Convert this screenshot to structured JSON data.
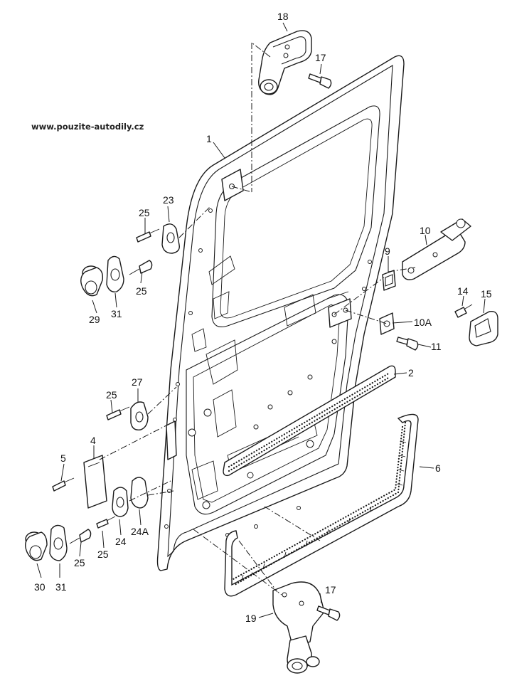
{
  "watermark": "www.pouzite-autodily.cz",
  "callouts": {
    "c1": "1",
    "c2": "2",
    "c4": "4",
    "c5": "5",
    "c6": "6",
    "c9": "9",
    "c10": "10",
    "c10a": "10A",
    "c11": "11",
    "c14": "14",
    "c15": "15",
    "c17a": "17",
    "c17b": "17",
    "c18": "18",
    "c19": "19",
    "c23": "23",
    "c24": "24",
    "c24a": "24A",
    "c25a": "25",
    "c25b": "25",
    "c25c": "25",
    "c25d": "25",
    "c25e": "25",
    "c27": "27",
    "c29": "29",
    "c30": "30",
    "c31a": "31",
    "c31b": "31"
  }
}
